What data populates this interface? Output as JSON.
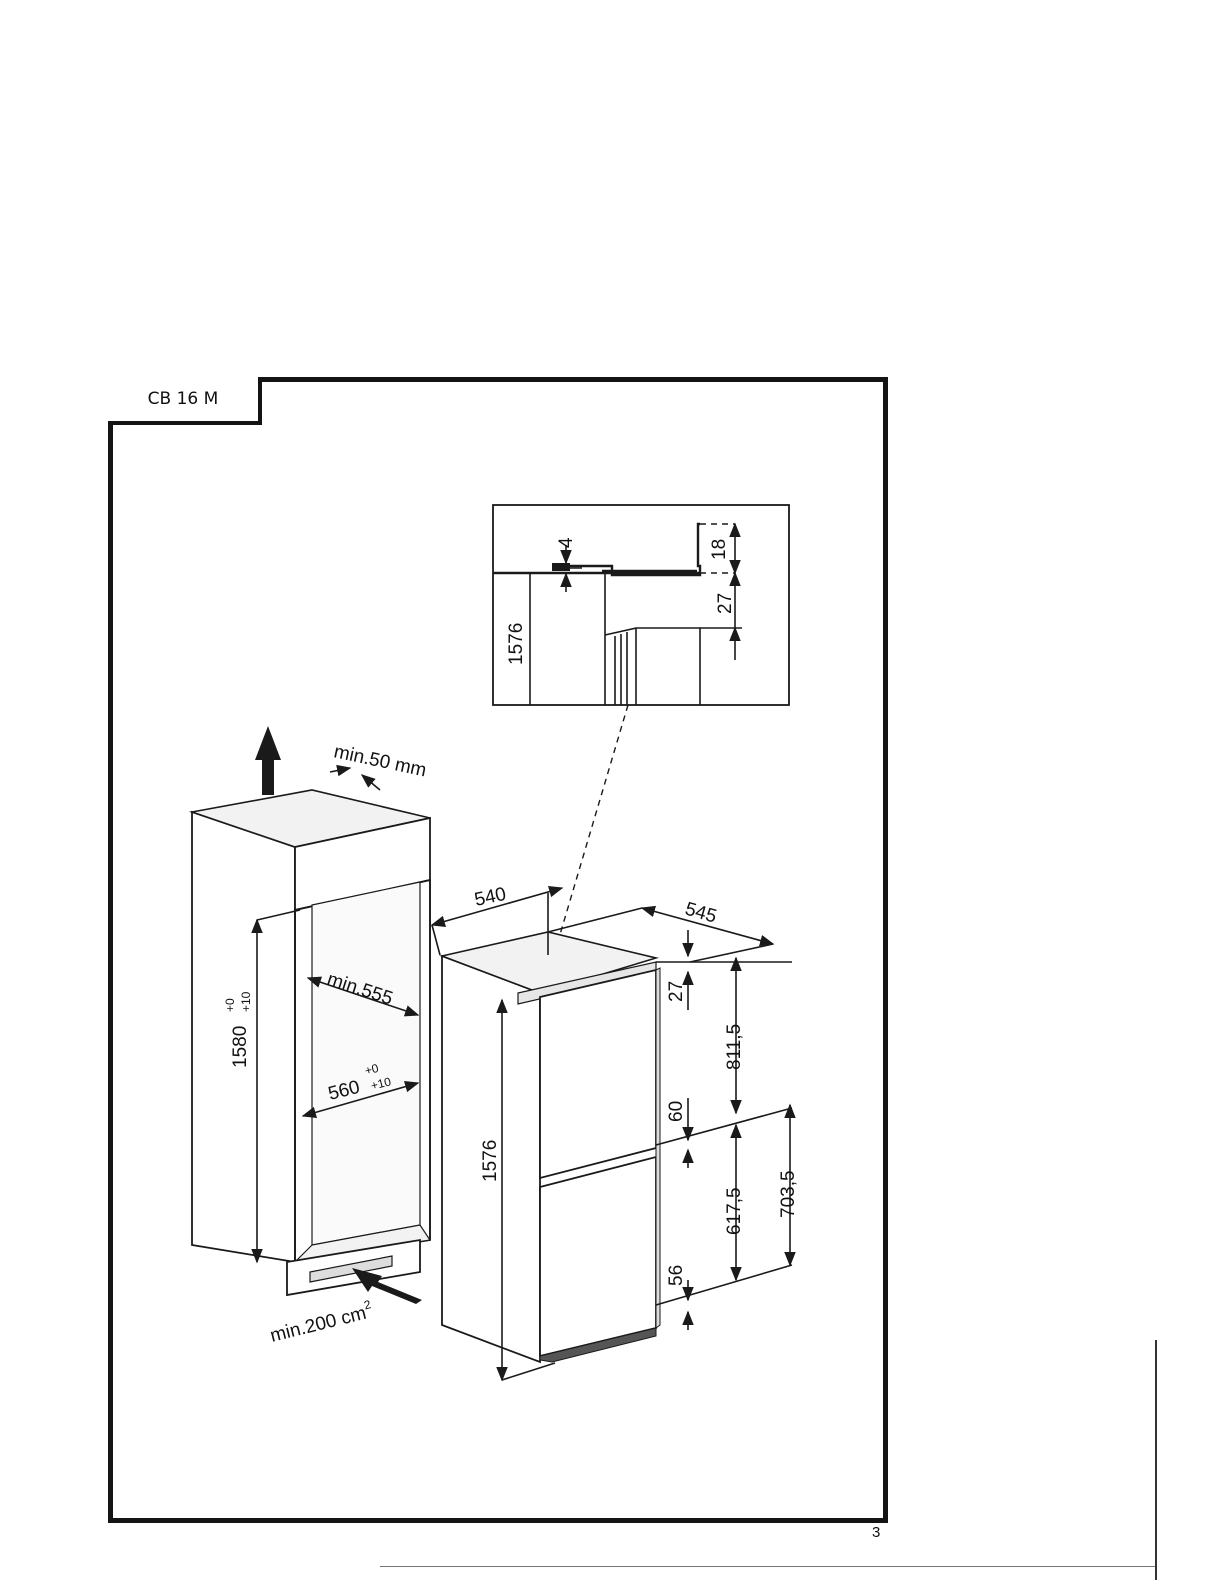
{
  "model_label": "CB 16 M",
  "page_number": "3",
  "detail": {
    "dim_4": "4",
    "dim_18": "18",
    "dim_27": "27",
    "dim_1576": "1576"
  },
  "niche": {
    "ventilation_top": "min.50 mm",
    "height_main": "1580",
    "height_tol_upper": "+0",
    "height_tol_lower": "+10",
    "depth_min": "min.555",
    "width_main": "560",
    "width_tol_upper": "+0",
    "width_tol_lower": "+10",
    "ventilation_bottom": "min.200 cm",
    "ventilation_bottom_sup": "2"
  },
  "appliance": {
    "width": "540",
    "depth": "545",
    "height_total": "1576",
    "dim_27": "27",
    "dim_811_5": "811,5",
    "dim_60": "60",
    "dim_617_5": "617,5",
    "dim_703_5": "703,5",
    "dim_56": "56"
  }
}
